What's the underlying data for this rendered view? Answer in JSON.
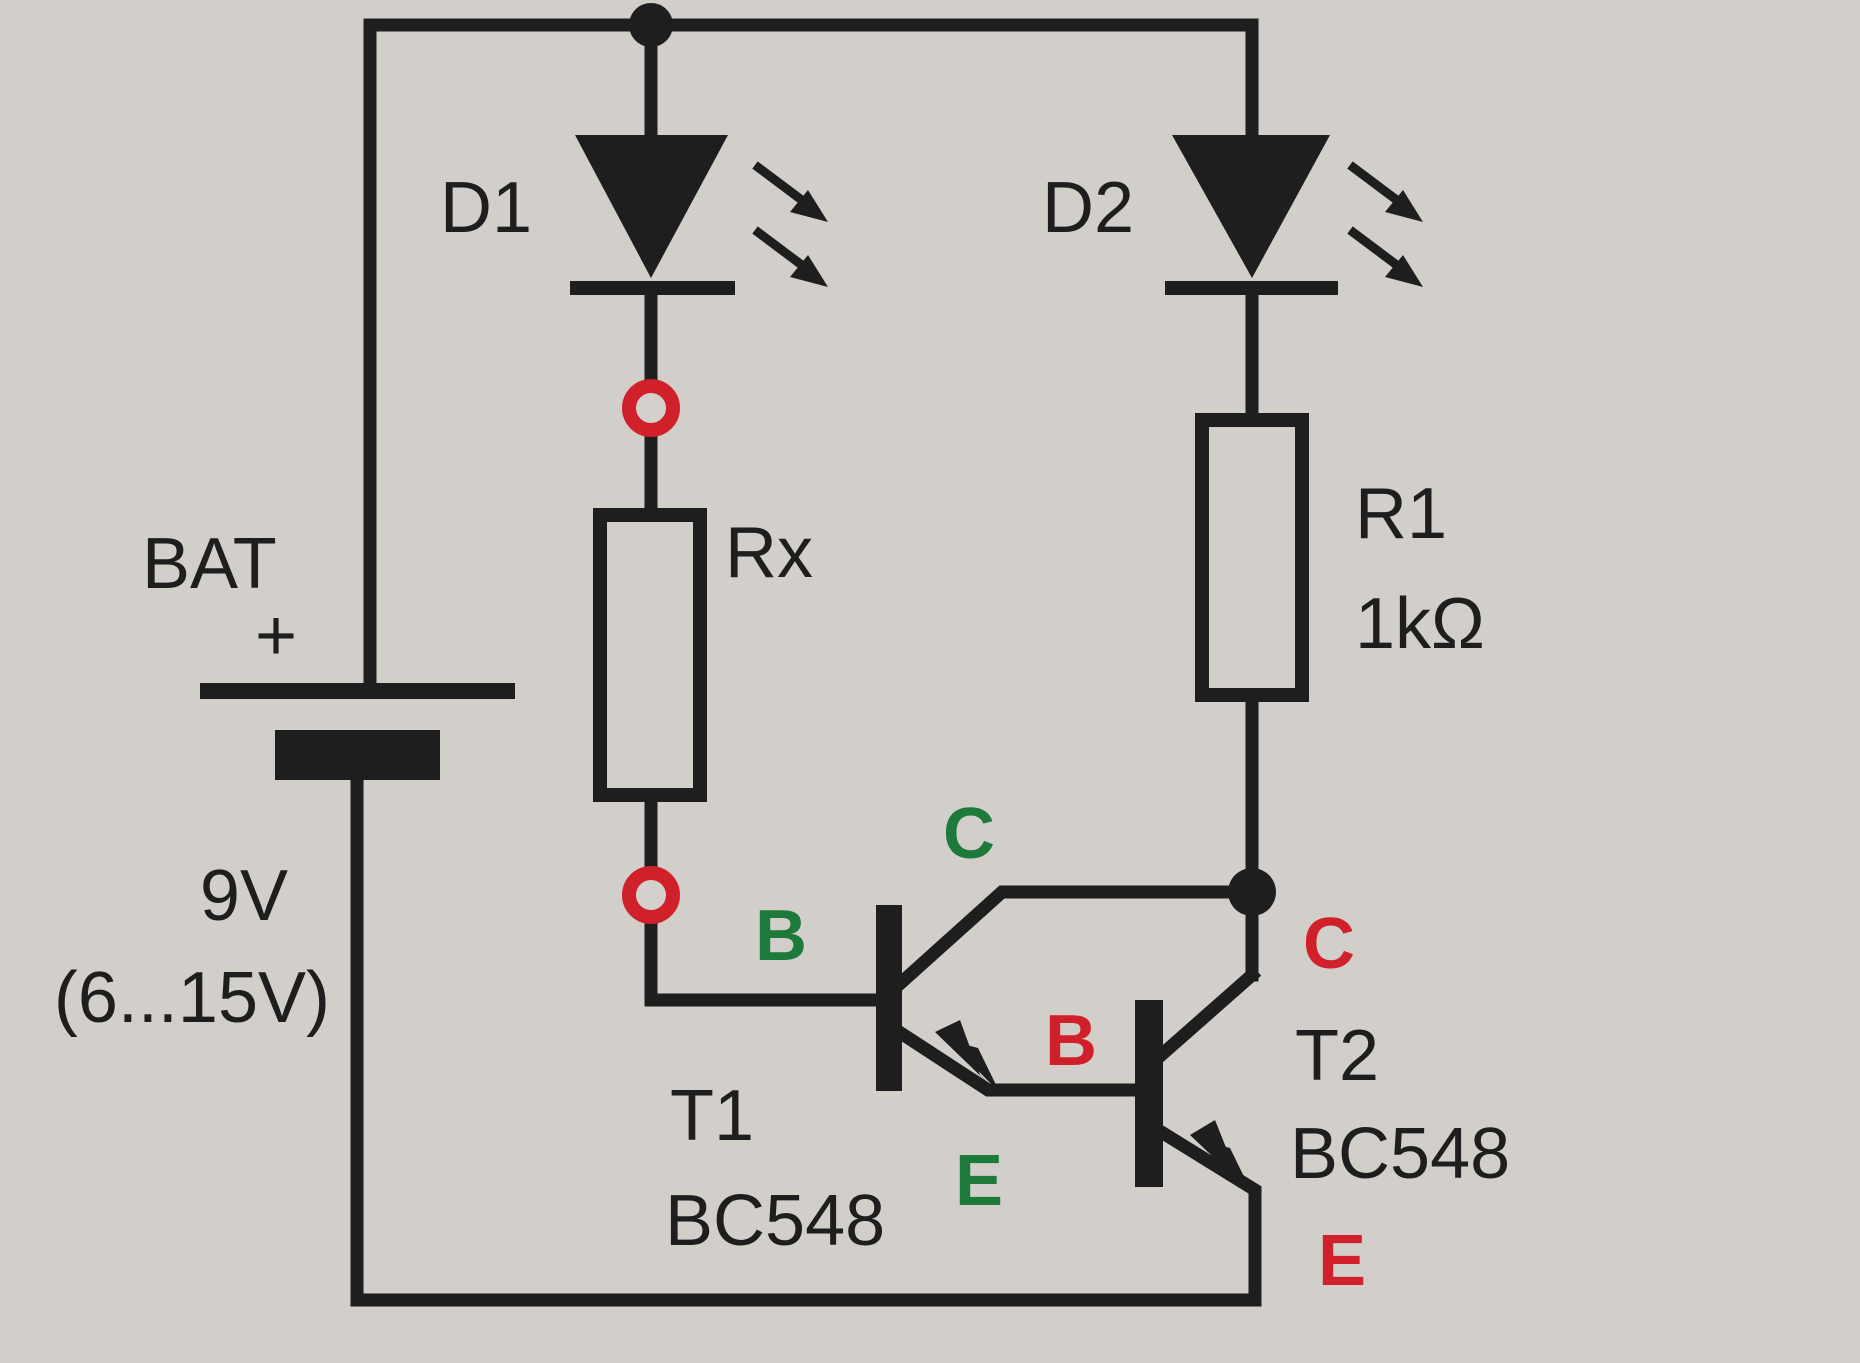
{
  "labels": {
    "d1": "D1",
    "d2": "D2",
    "rx": "Rx",
    "r1_name": "R1",
    "r1_value": "1kΩ",
    "bat_name": "BAT",
    "bat_plus": "+",
    "bat_voltage": "9V",
    "bat_range": "(6...15V)",
    "t1_name": "T1",
    "t1_part": "BC548",
    "t2_name": "T2",
    "t2_part": "BC548"
  },
  "pins": {
    "t1_collector": "C",
    "t1_base": "B",
    "t1_emitter": "E",
    "t2_collector": "C",
    "t2_base": "B",
    "t2_emitter": "E"
  },
  "colors": {
    "background": "#d4d1cc",
    "ink": "#1e1e1e",
    "t1_pins": "#1d7a3a",
    "t2_pins": "#d0202a",
    "test_terminals": "#d0202a"
  }
}
